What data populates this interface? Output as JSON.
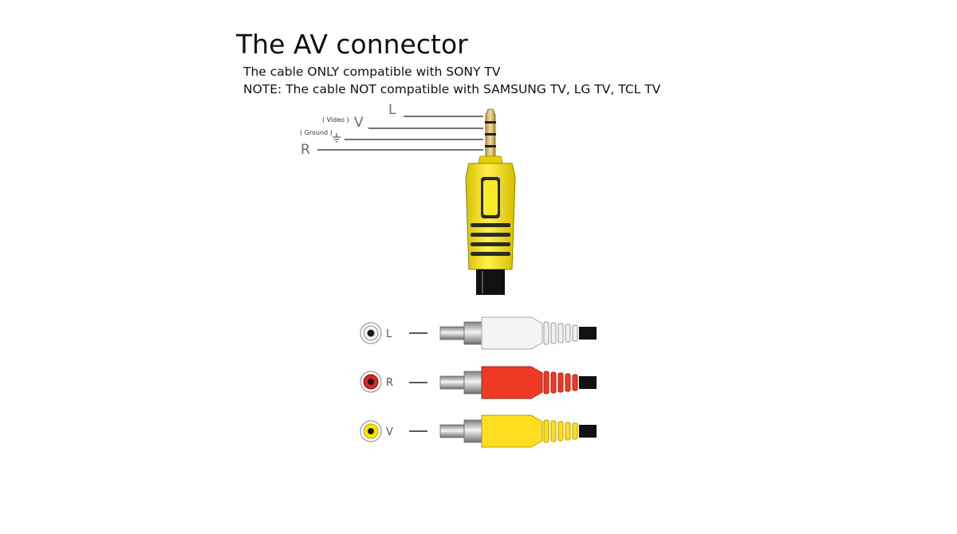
{
  "title": "The AV connector",
  "subtitle": "The cable ONLY compatible with SONY TV",
  "note": "NOTE: The cable NOT compatible with SAMSUNG TV, LG TV, TCL TV",
  "trrs_labels": {
    "left": "L",
    "video": "V",
    "video_caption": "( Video )",
    "ground_caption": "( Ground )",
    "right": "R"
  },
  "rca_plugs": [
    {
      "label": "L",
      "color": "#f2f2f2",
      "dot": "#1a1a1a"
    },
    {
      "label": "R",
      "color": "#ee3a24",
      "dot": "#e0262b"
    },
    {
      "label": "V",
      "color": "#ffde1f",
      "dot": "#ffe600"
    }
  ],
  "colors": {
    "jack_yellow": "#ffe81a",
    "cable_black": "#111111",
    "pin_gold": "#e2c263"
  }
}
